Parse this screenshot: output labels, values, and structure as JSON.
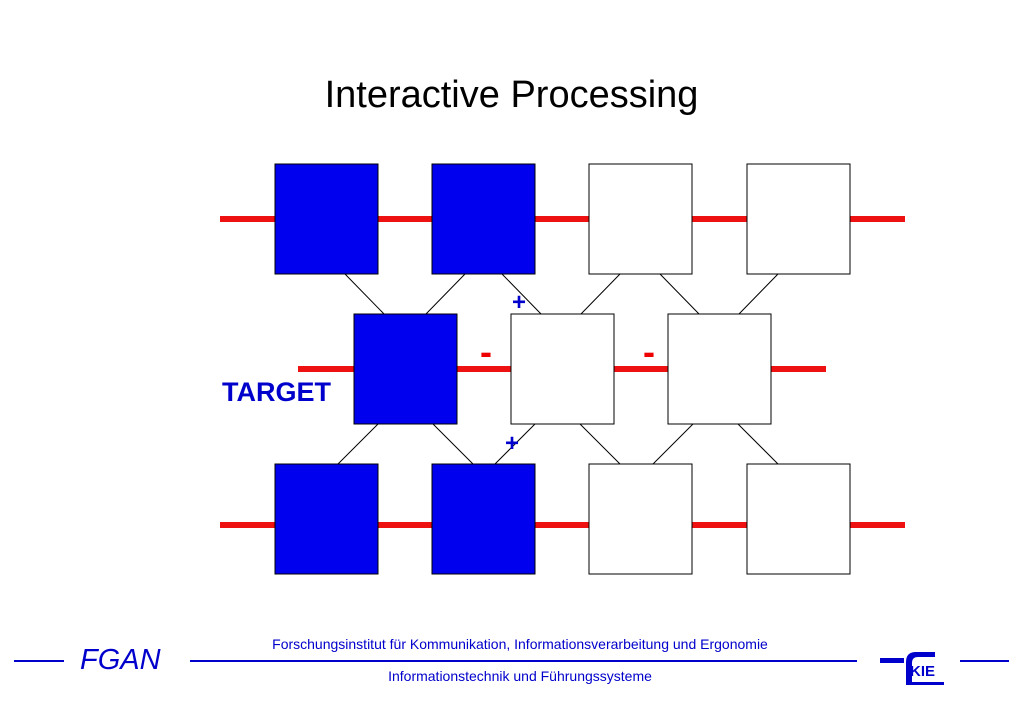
{
  "slide": {
    "title": "Interactive Processing",
    "target_label": "TARGET",
    "plus_sign": "+",
    "minus_sign": "-"
  },
  "colors": {
    "filled_node": "#0000ee",
    "empty_node": "#ffffff",
    "channel_line": "#ee1111",
    "text_blue": "#0000cc"
  },
  "diagram": {
    "rows": [
      {
        "name": "top-row",
        "nodes": [
          "filled",
          "filled",
          "empty",
          "empty"
        ]
      },
      {
        "name": "middle-row",
        "nodes": [
          "filled",
          "empty",
          "empty"
        ]
      },
      {
        "name": "bottom-row",
        "nodes": [
          "filled",
          "filled",
          "empty",
          "empty"
        ]
      }
    ]
  },
  "footer": {
    "left_brand": "FGAN",
    "institute": "Forschungsinstitut für Kommunikation, Informationsverarbeitung und Ergonomie",
    "department": "Informationstechnik und Führungssysteme",
    "logo_label": "KIE"
  }
}
